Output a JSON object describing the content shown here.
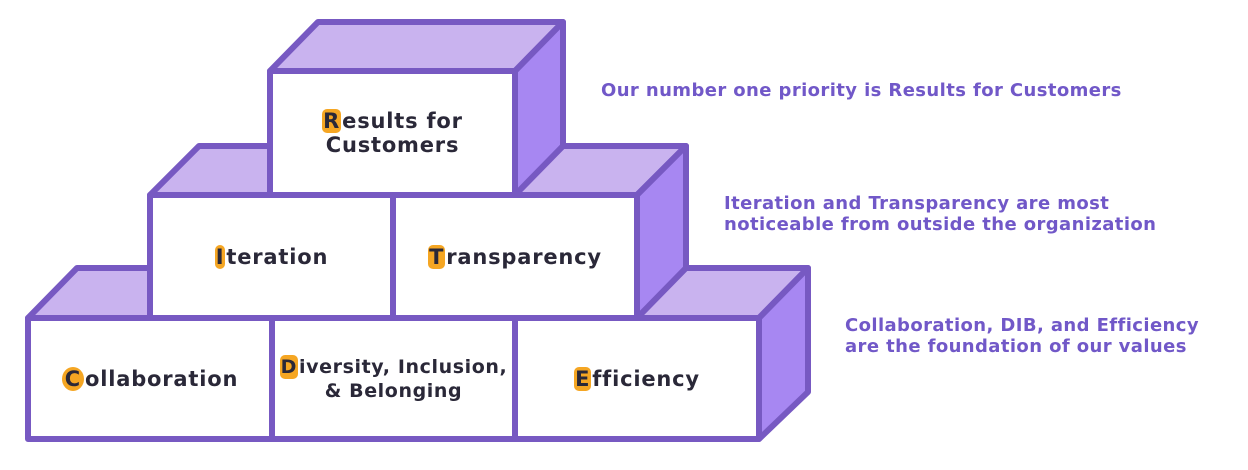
{
  "colors": {
    "stroke": "#7759c2",
    "top_face": "#c9b3ef",
    "side_face": "#a787f2",
    "front_face": "#ffffff",
    "highlight": "#f5a623",
    "label_text": "#2a2838",
    "caption_text": "#7158c8"
  },
  "blocks": {
    "results": {
      "initial": "R",
      "rest_line1": "esults for",
      "line2": "Customers"
    },
    "iteration": {
      "initial": "I",
      "rest": "teration"
    },
    "transparency": {
      "initial": "T",
      "rest": "ransparency"
    },
    "collaboration": {
      "initial": "C",
      "rest": "ollaboration"
    },
    "dib": {
      "initial": "D",
      "rest_line1": "iversity, Inclusion,",
      "line2": "& Belonging"
    },
    "efficiency": {
      "initial": "E",
      "rest": "fficiency"
    }
  },
  "captions": {
    "top": "Our number one priority is Results for Customers",
    "middle_line1": "Iteration and Transparency are most",
    "middle_line2": "noticeable from outside the organization",
    "bottom_line1": "Collaboration, DIB, and Efficiency",
    "bottom_line2": "are the foundation of our values"
  }
}
